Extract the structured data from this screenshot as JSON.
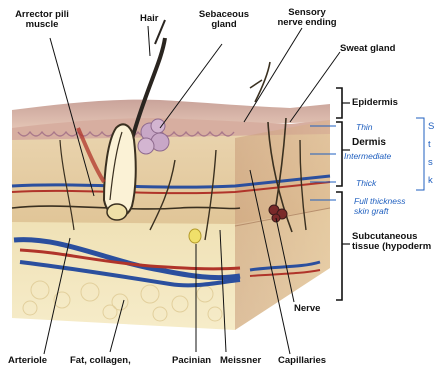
{
  "labels": {
    "arrector": "Arrector pili\nmuscle",
    "hair": "Hair",
    "sebaceous": "Sebaceous\ngland",
    "sensory": "Sensory\nnerve ending",
    "sweat": "Sweat gland",
    "epidermis": "Epidermis",
    "thin": "Thin",
    "dermis": "Dermis",
    "intermediate": "Intermediate",
    "thick": "Thick",
    "full_thickness": "Full thickness\nskin graft",
    "subcutaneous": "Subcutaneous\ntissue (hypoderm",
    "nerve": "Nerve",
    "arteriole": "Arteriole",
    "fat": "Fat, collagen,",
    "pacinian": "Pacinian",
    "meissner": "Meissner",
    "capillaries": "Capillaries"
  },
  "side_marks": [
    "S",
    "t",
    "s",
    "k"
  ],
  "colors": {
    "skin_top": "#d9b3a3",
    "skin_surface": "#b88f86",
    "dermis": "#e7cfa6",
    "hypodermis": "#f2e3b8",
    "vein": "#2b4f9e",
    "artery": "#b0342a",
    "nerve": "#3a3020",
    "bracket_blue": "#1f5fbf"
  }
}
